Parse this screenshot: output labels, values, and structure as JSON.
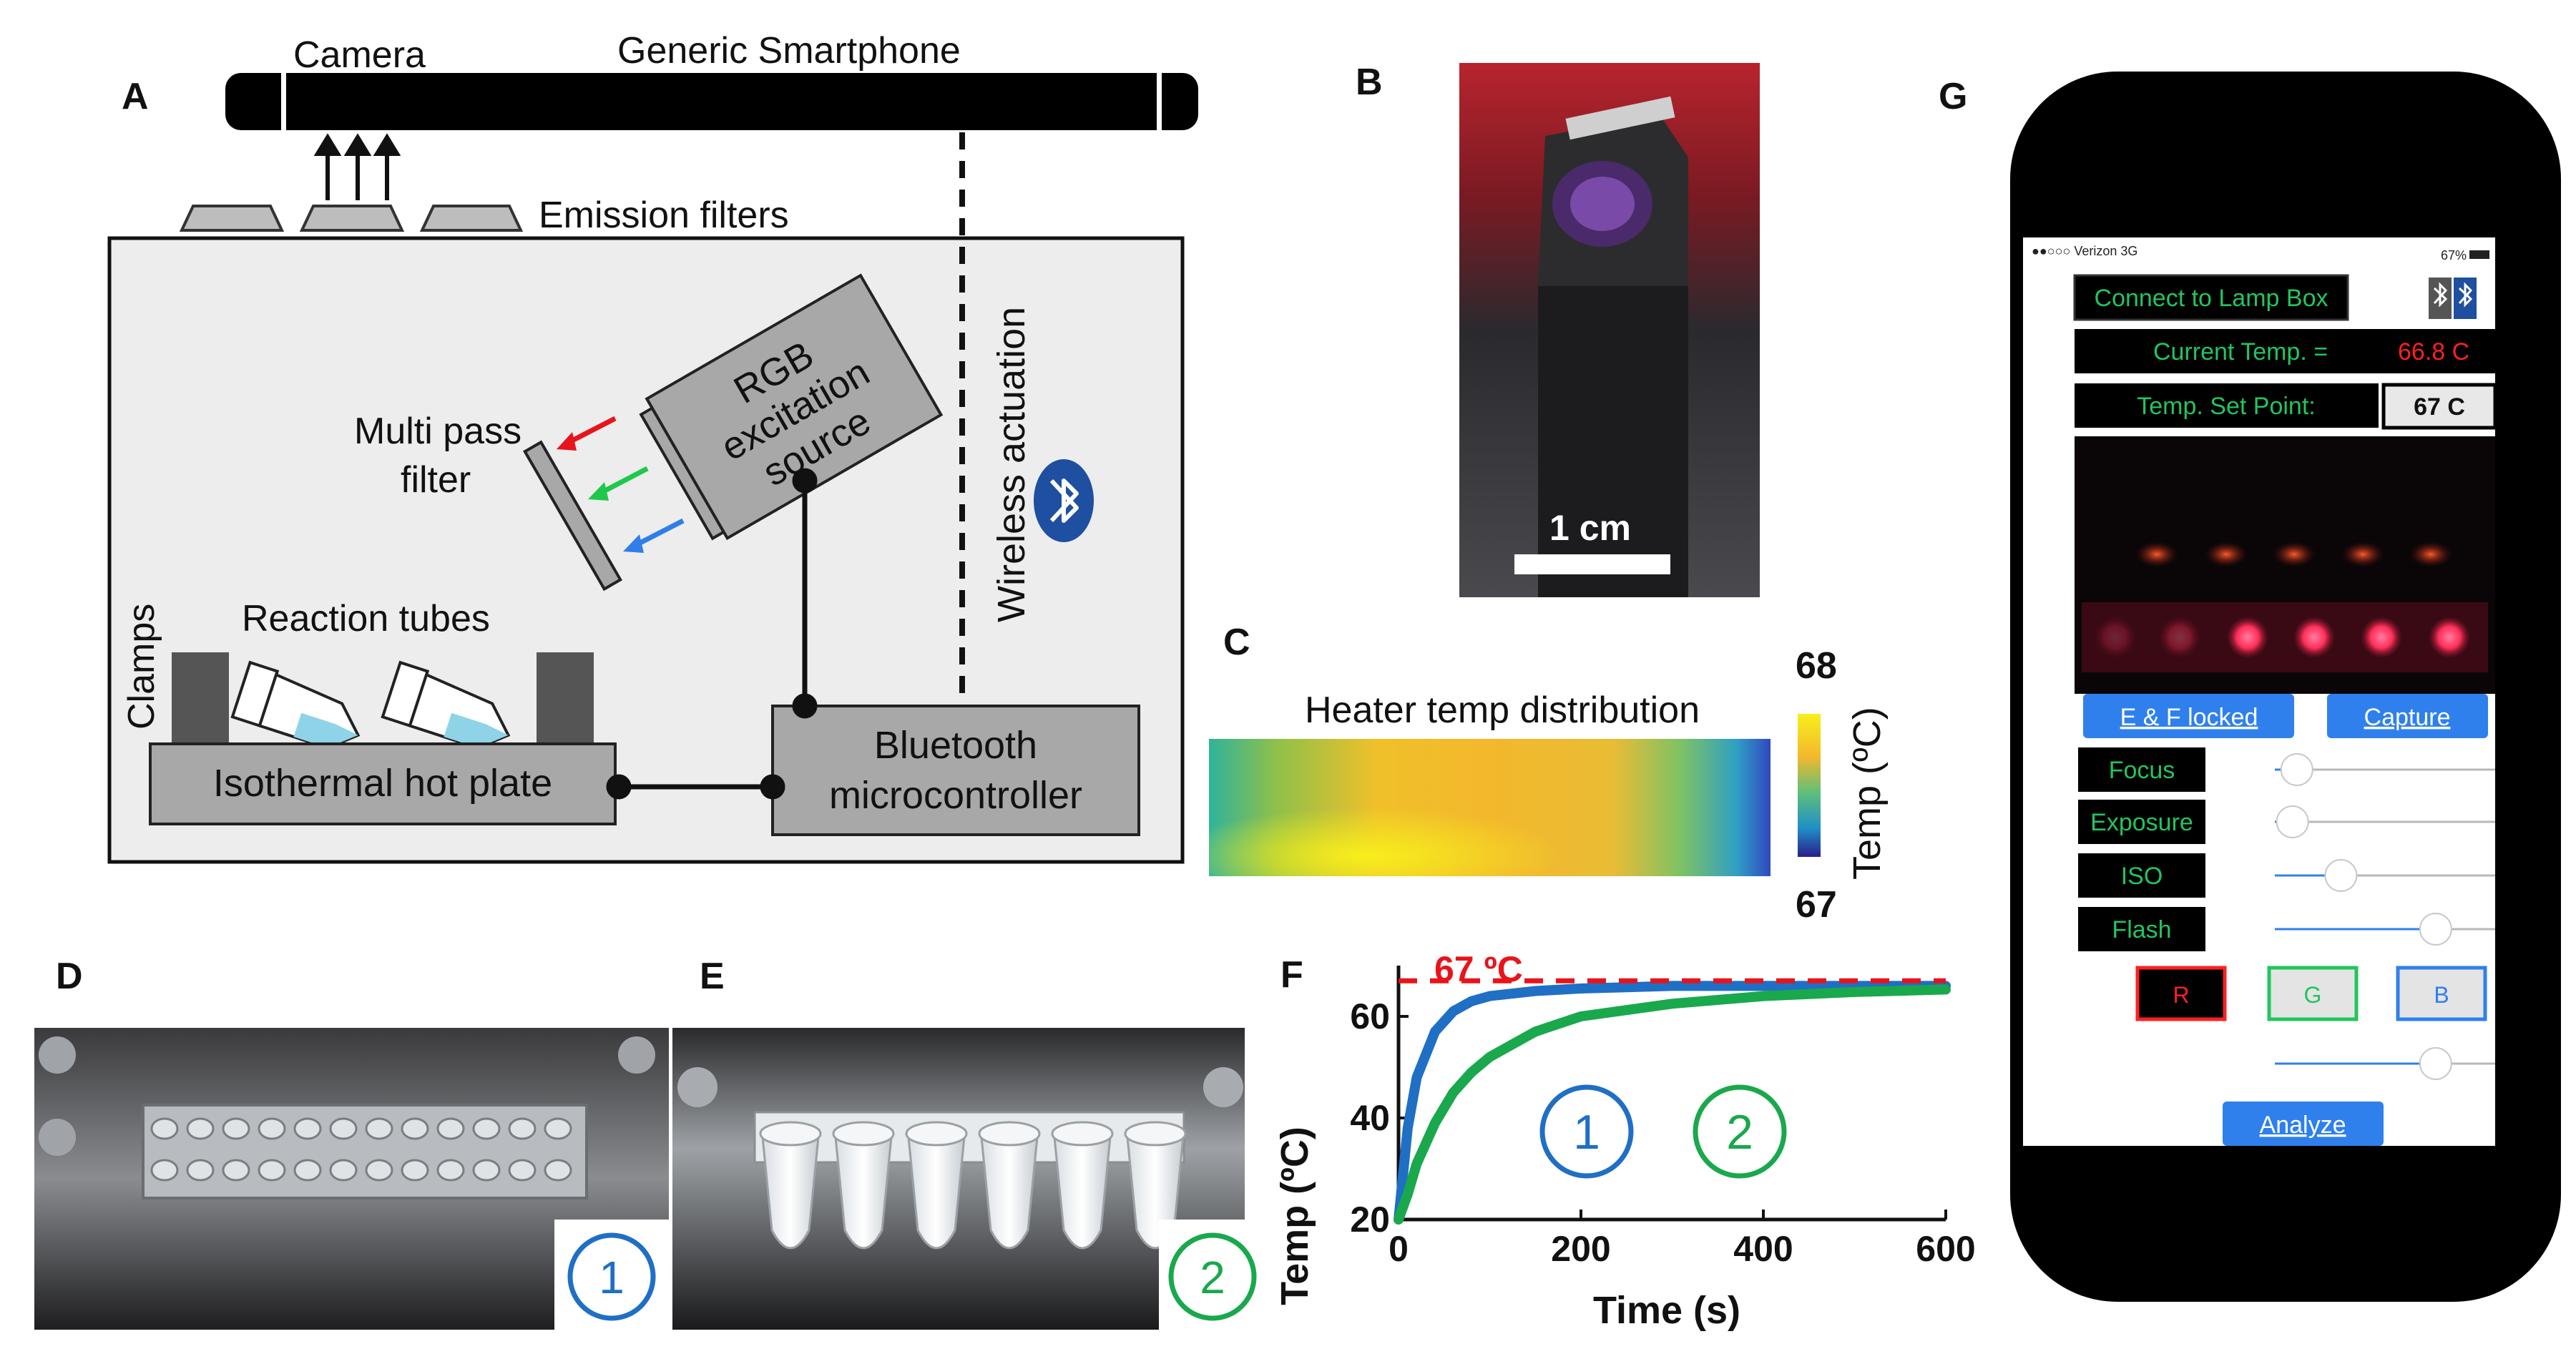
{
  "panels": {
    "A": "A",
    "B": "B",
    "C": "C",
    "D": "D",
    "E": "E",
    "F": "F",
    "G": "G"
  },
  "panel_a": {
    "camera": "Camera",
    "smartphone": "Generic Smartphone",
    "emission_filters": "Emission filters",
    "rgb_lines": [
      "RGB",
      "excitation",
      "source"
    ],
    "multipass_lines": [
      "Multi pass",
      "filter"
    ],
    "wireless": "Wireless actuation",
    "clamps": "Clamps",
    "reaction_tubes": "Reaction tubes",
    "hot_plate": "Isothermal hot plate",
    "bt_lines": [
      "Bluetooth",
      "microcontroller"
    ]
  },
  "panel_b": {
    "scale": "1 cm"
  },
  "panel_c": {
    "title": "Heater temp distribution",
    "max": "68",
    "min": "67",
    "axis": "Temp (ºC)"
  },
  "panel_d": {
    "badge": "1"
  },
  "panel_e": {
    "badge": "2"
  },
  "panel_f": {
    "badge1": "1",
    "badge2": "2"
  },
  "chart_data": {
    "type": "line",
    "xlabel": "Time (s)",
    "ylabel": "Temp (ºC)",
    "xlim": [
      0,
      600
    ],
    "ylim": [
      20,
      70
    ],
    "xticks": [
      0,
      200,
      400,
      600
    ],
    "yticks": [
      20,
      40,
      60
    ],
    "reference": {
      "value": 67,
      "label": "67 ºC",
      "color": "#e8141b"
    },
    "series": [
      {
        "color": "#1f6fc5",
        "x": [
          0,
          10,
          20,
          40,
          60,
          80,
          100,
          150,
          200,
          300,
          400,
          500,
          600
        ],
        "y": [
          20,
          38,
          48,
          57,
          61,
          63,
          64,
          65,
          65.5,
          66,
          66,
          66,
          66
        ]
      },
      {
        "color": "#1aa84c",
        "x": [
          0,
          10,
          20,
          40,
          60,
          80,
          100,
          150,
          200,
          300,
          400,
          500,
          600
        ],
        "y": [
          20,
          25,
          31,
          39,
          45,
          49,
          52,
          57,
          60,
          62.5,
          64,
          64.8,
          65.3
        ]
      }
    ]
  },
  "panel_g": {
    "carrier": "●●○○○ Verizon  3G",
    "battery": "67%",
    "connect": "Connect to Lamp Box",
    "current_label": "Current Temp. = ",
    "current_value": "66.8 C",
    "setpoint_label": "Temp.  Set Point:",
    "setpoint_value": "67 C",
    "ef_locked": "E & F locked",
    "capture": "Capture",
    "focus": "Focus",
    "exposure": "Exposure",
    "iso": "ISO",
    "flash": "Flash",
    "slider_levels": {
      "focus": 0.1,
      "exposure": 0.08,
      "iso": 0.3,
      "flash": 0.73,
      "color": 0.73
    },
    "r": "R",
    "g": "G",
    "b": "B",
    "analyze": "Analyze",
    "colors": {
      "accent_blue": "#2f80ed",
      "text_green": "#22c55e",
      "red": "#ff2020"
    }
  }
}
